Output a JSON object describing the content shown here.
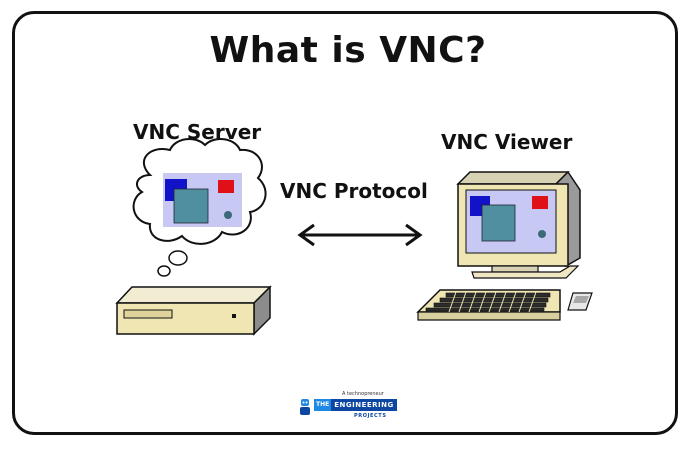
{
  "title": "What is VNC?",
  "server_label": "VNC Server",
  "viewer_label": "VNC Viewer",
  "protocol_label": "VNC Protocol",
  "logo": {
    "tagline": "A technopreneur",
    "word1": "THE",
    "word2": "ENGINEERING",
    "word3": "PROJECTS"
  },
  "colors": {
    "frame": "#111111",
    "screen_bg": "#c8c8f5",
    "window_blue": "#1212c8",
    "window_teal": "#4f8fa0",
    "window_red": "#e01018",
    "hardware_beige": "#f0e6b4"
  }
}
